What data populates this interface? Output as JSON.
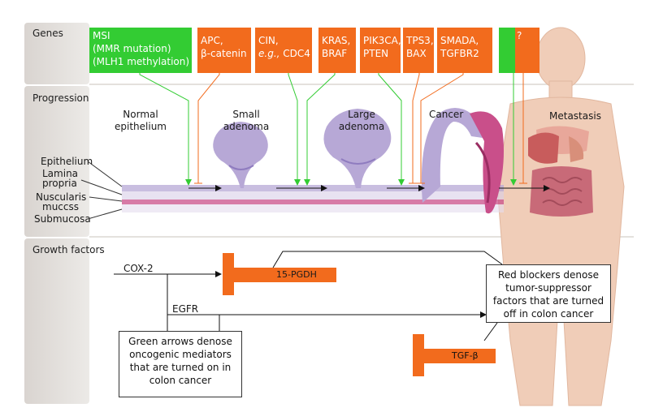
{
  "sections": {
    "genes": "Genes",
    "progression": "Progression",
    "growth_factors": "Growth factors"
  },
  "genes": [
    {
      "line1": "MSI",
      "line2": "(MMR mutation)",
      "line3": "(MLH1 methylation)",
      "color": "#33cc33"
    },
    {
      "line1": "APC,",
      "line2": "β-catenin",
      "color": "#f26b1d"
    },
    {
      "line1": "CIN,",
      "line2_italic": "e.g.,",
      "line2_rest": " CDC4",
      "color": "#f26b1d"
    },
    {
      "line1": "KRAS,",
      "line2": "BRAF",
      "color": "#f26b1d"
    },
    {
      "line1": "PIK3CA,",
      "line2": "PTEN",
      "color": "#f26b1d"
    },
    {
      "line1": "TPS3,",
      "line2": "BAX",
      "color": "#f26b1d"
    },
    {
      "line1": "SMADA,",
      "line2": "TGFBR2",
      "color": "#f26b1d"
    },
    {
      "line1": "?",
      "color": "#f26b1d"
    }
  ],
  "stages": {
    "normal": {
      "line1": "Normal",
      "line2": "epithelium"
    },
    "small": {
      "line1": "Small",
      "line2": "adenoma"
    },
    "large": {
      "line1": "Large",
      "line2": "adenoma"
    },
    "cancer": "Cancer",
    "metastasis": "Metastasis"
  },
  "layers": {
    "epithelium": "Epithelium",
    "lamina1": "Lamina",
    "lamina2": "propria",
    "muscularis1": "Nuscularis",
    "muscularis2": "muccss",
    "submucosa": "Submucosa"
  },
  "growth": {
    "cox2": "COX-2",
    "pgdh": "15-PGDH",
    "egfr": "EGFR",
    "tgfb": "TGF-β"
  },
  "notes": {
    "green": "Green arrows denose oncogenic mediators that are turned on in colon cancer",
    "red": "Red blockers denose tumor-suppressor factors that are turned off in colon cancer"
  },
  "colors": {
    "green": "#33cc33",
    "orange": "#f26b1d",
    "tissue": "#b7a8d6",
    "muscle": "#c94f8a",
    "body": "#f0cdb8"
  }
}
